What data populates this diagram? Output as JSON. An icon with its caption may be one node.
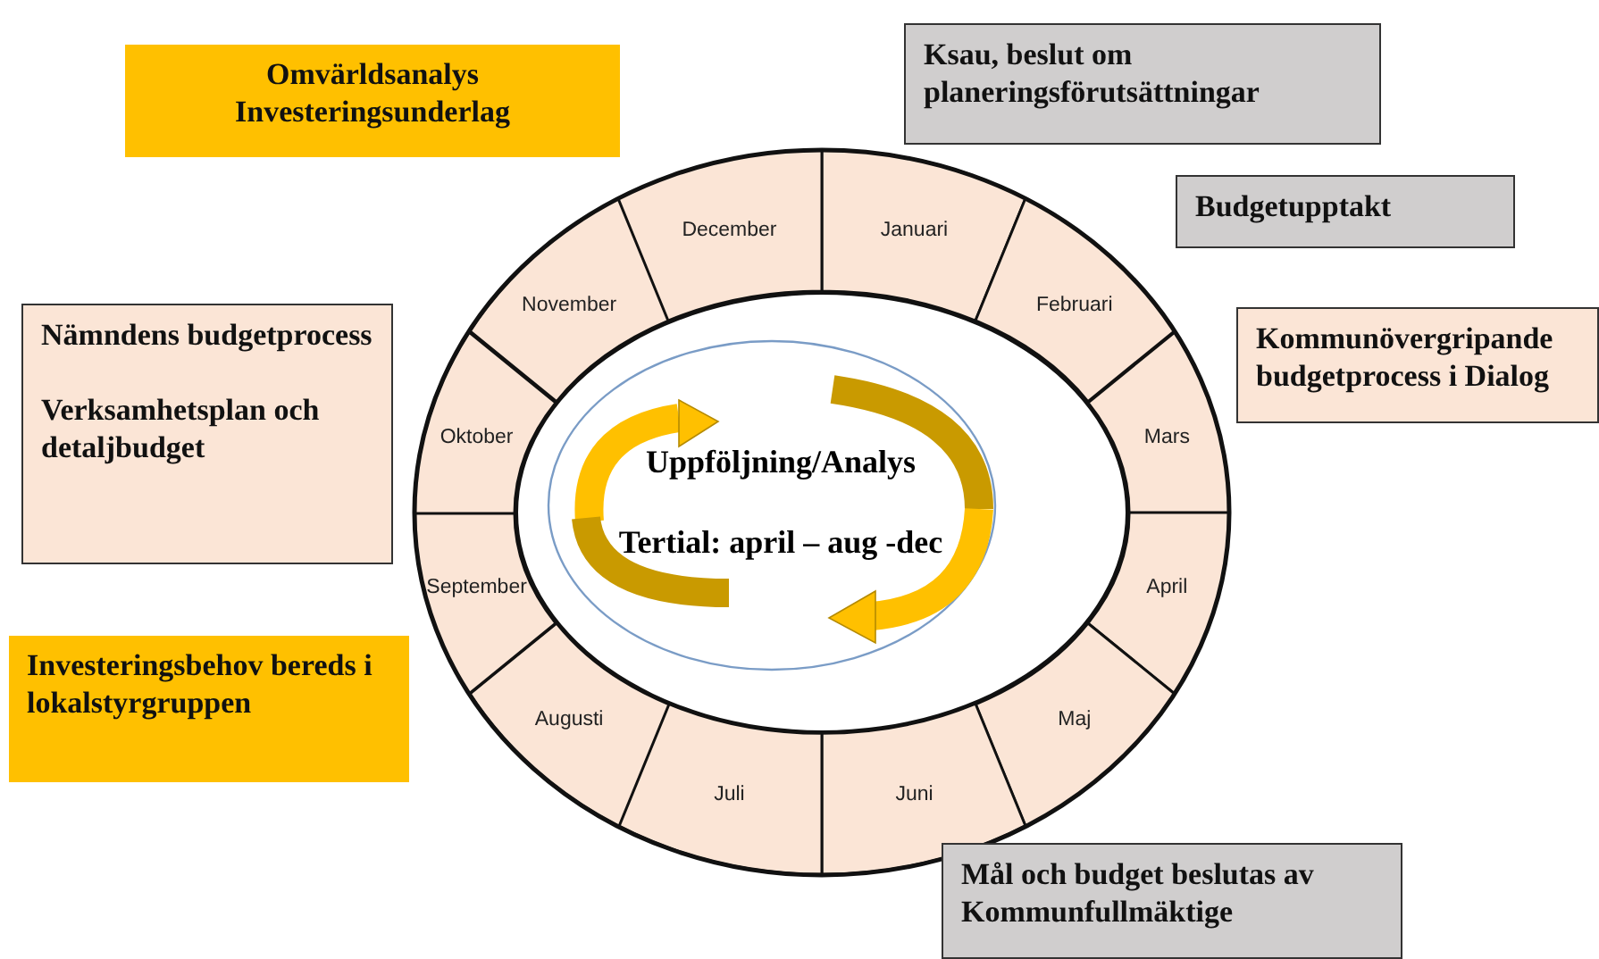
{
  "diagram": {
    "nodes": [
      {
        "text": [
          "Omvärldsanalys Investeringsunderlag"
        ]
      },
      {
        "text": [
          "Ksau, beslut om planeringsförutsättningar"
        ]
      },
      {
        "text": [
          "Budgetupptakt"
        ]
      },
      {
        "text": [
          "Nämndens budgetprocess",
          "Verksamhetsplan och detaljbudget"
        ]
      },
      {
        "text": [
          "Kommunövergripande budgetprocess i Dialog"
        ]
      },
      {
        "text": [
          "Uppföljning/Analys",
          "Tertial: april – aug -dec"
        ]
      },
      {
        "text": [
          "Januari"
        ]
      },
      {
        "text": [
          "Februari"
        ]
      },
      {
        "text": [
          "Mars"
        ]
      },
      {
        "text": [
          "April"
        ]
      },
      {
        "text": [
          "Maj"
        ]
      },
      {
        "text": [
          "Juni"
        ]
      },
      {
        "text": [
          "Juli"
        ]
      },
      {
        "text": [
          "Augusti"
        ]
      },
      {
        "text": [
          "September"
        ]
      },
      {
        "text": [
          "Oktober"
        ]
      },
      {
        "text": [
          "November"
        ]
      },
      {
        "text": [
          "December"
        ]
      },
      {
        "text": [
          "Investeringsbehov bereds i lokalstyrgruppen"
        ]
      },
      {
        "text": [
          "Mål och budget beslutas av Kommunfullmäktige"
        ]
      }
    ]
  }
}
